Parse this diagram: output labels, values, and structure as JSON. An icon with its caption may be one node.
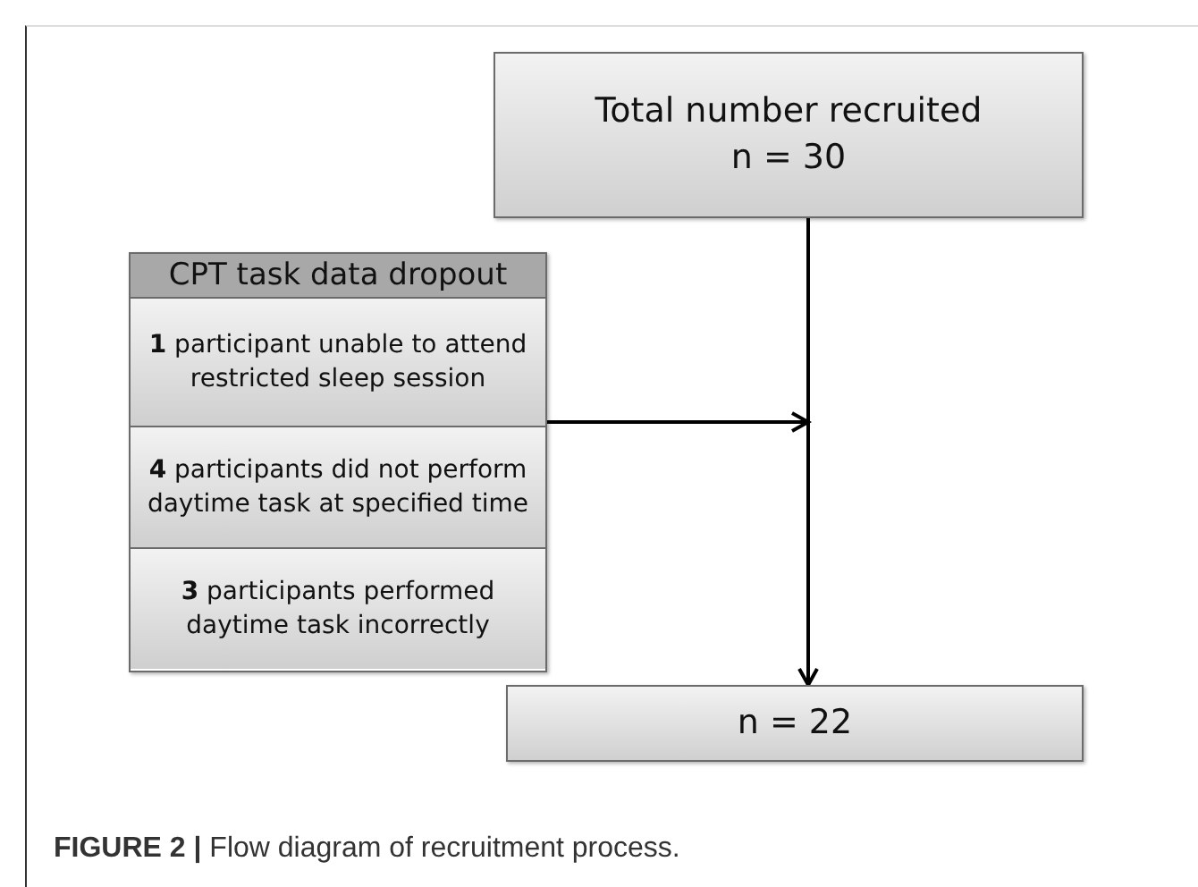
{
  "diagram": {
    "caption": "**FIGURE 2 |** Flow diagram of recruitment process.",
    "nodes": [
      {
        "text": [
          "Total number recruited",
          "n = 30"
        ]
      },
      {
        "text": [
          "CPT task data dropout"
        ]
      },
      {
        "text": [
          "**1** participant unable to attend restricted sleep session"
        ],
        "in": 1
      },
      {
        "text": [
          "**4** participants did not perform daytime task at specified time"
        ],
        "in": 1
      },
      {
        "text": [
          "**3** participants performed daytime task incorrectly"
        ],
        "in": 1
      },
      {
        "text": [
          "n = 22"
        ]
      }
    ],
    "edges": [
      {
        "from": 0,
        "to": 5,
        "arrow": "to"
      },
      {
        "from": 1,
        "to": null,
        "arrow": "to"
      }
    ]
  }
}
